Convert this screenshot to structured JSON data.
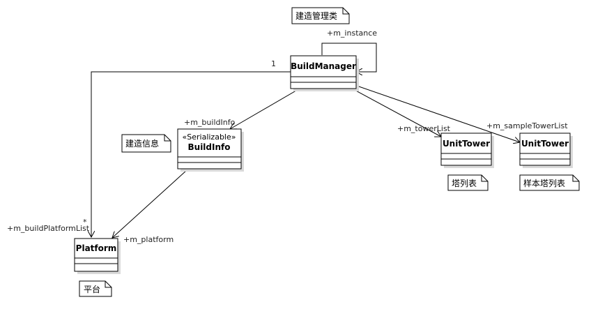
{
  "classes": {
    "build_manager": {
      "name": "BuildManager"
    },
    "build_info": {
      "stereotype": "«Serializable»",
      "name": "BuildInfo"
    },
    "platform": {
      "name": "Platform"
    },
    "unit_tower_1": {
      "name": "UnitTower"
    },
    "unit_tower_2": {
      "name": "UnitTower"
    }
  },
  "notes": {
    "build_manager": "建造管理类",
    "build_info": "建造信息",
    "platform": "平台",
    "tower_list": "塔列表",
    "sample_tower_list": "样本塔列表"
  },
  "associations": {
    "m_instance": "+m_instance",
    "m_instance_multiplicity": "1",
    "m_build_info": "+m_buildInfo",
    "m_build_platform_list": "+m_buildPlatformList",
    "m_build_platform_list_multiplicity": "*",
    "m_platform": "+m_platform",
    "m_tower_list": "+m_towerList",
    "m_sample_tower_list": "+m_sampleTowerList"
  }
}
